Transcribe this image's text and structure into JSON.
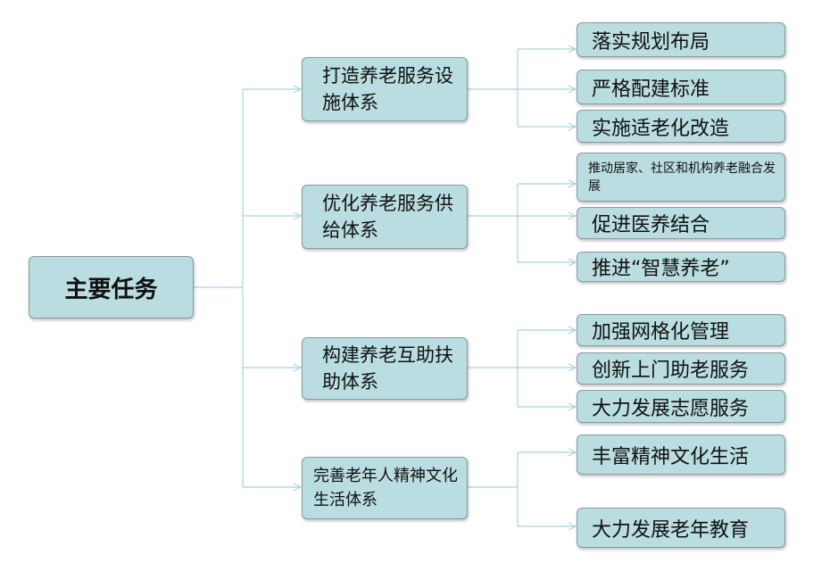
{
  "colors": {
    "box_fill": "#b9dde0",
    "box_border": "#8a9aa0",
    "connector": "#a9d4dc"
  },
  "root": {
    "label": "主要任务"
  },
  "branches": [
    {
      "label": "打造养老服务设施体系",
      "children": [
        "落实规划布局",
        "严格配建标准",
        "实施适老化改造"
      ]
    },
    {
      "label": "优化养老服务供给体系",
      "children": [
        "推动居家、社区和机构养老融合发展",
        "促进医养结合",
        "推进“智慧养老”"
      ]
    },
    {
      "label": "构建养老互助扶助体系",
      "children": [
        "加强网格化管理",
        "创新上门助老服务",
        "大力发展志愿服务"
      ]
    },
    {
      "label": "完善老年人精神文化生活体系",
      "children": [
        "丰富精神文化生活",
        "大力发展老年教育"
      ]
    }
  ]
}
